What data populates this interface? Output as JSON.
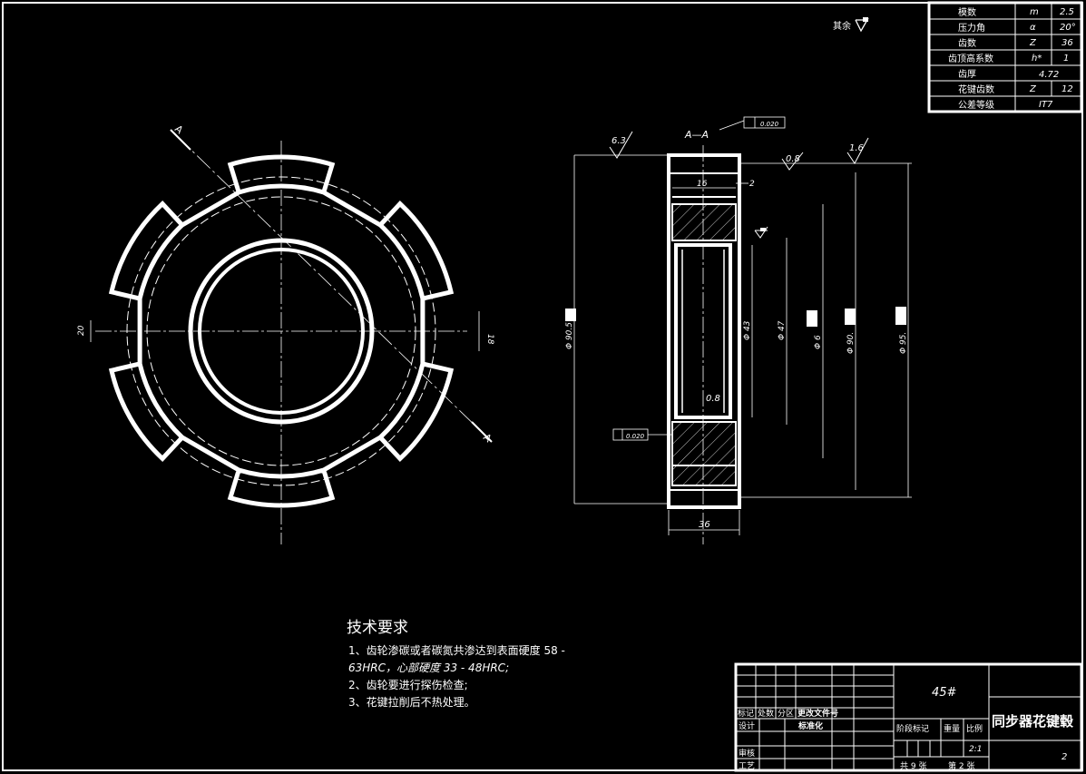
{
  "param_table": {
    "rows": [
      {
        "name": "模数",
        "symbol": "m",
        "value": "2.5"
      },
      {
        "name": "压力角",
        "symbol": "α",
        "value": "20°"
      },
      {
        "name": "齿数",
        "symbol": "Z",
        "value": "36"
      },
      {
        "name": "齿顶高系数",
        "symbol": "h*",
        "value": "1"
      },
      {
        "name": "齿厚",
        "symbol": "",
        "value": "4.72"
      },
      {
        "name": "花键齿数",
        "symbol": "Z",
        "value": "12"
      },
      {
        "name": "公差等级",
        "symbol": "",
        "value": "IT7"
      }
    ]
  },
  "roughness_note": "其余",
  "front_view": {
    "section_mark": "A",
    "dim_left": "20",
    "dim_right": "18"
  },
  "side_view": {
    "section_title": "A—A",
    "tol_top": "0.020",
    "tol_left": "0.020",
    "roughness": [
      "6.3",
      "0.8",
      "1.6",
      "0.8"
    ],
    "dim_width_top": "16",
    "dim_step": "2",
    "dim_bottom": "36",
    "dims_vertical": [
      "Φ 90.5",
      "Φ 43",
      "Φ 47",
      "Φ 6",
      "Φ 90.",
      "Φ 95."
    ]
  },
  "tech_req": {
    "title": "技术要求",
    "lines": [
      "1、齿轮渗碳或者碳氮共渗达到表面硬度 58 -",
      "63HRC，心部硬度 33 - 48HRC;",
      "2、齿轮要进行探伤检查;",
      "3、花键拉削后不热处理。"
    ]
  },
  "title_block": {
    "material": "45#",
    "part_name": "同步器花键毂",
    "drawing_no": "2",
    "header_labels": [
      "标记",
      "处数",
      "分区",
      "更改文件号"
    ],
    "designer_label": "设计",
    "designer_value": "标准化",
    "review_label": "审核",
    "process_label": "工艺",
    "stage_label": "阶段标记",
    "weight_label": "重量",
    "scale_label": "比例",
    "scale_value": "2:1",
    "sheets_text": "共 9 张",
    "sheet_no_text": "第 2 张"
  }
}
